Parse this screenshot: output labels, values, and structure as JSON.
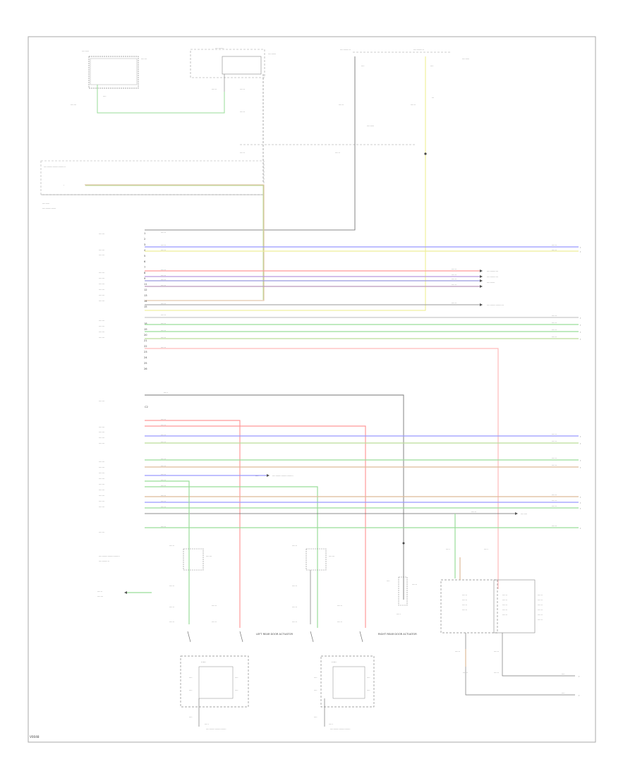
{
  "diagram": {
    "footer_id": "V0048",
    "pin_labels": {
      "p11": "11",
      "p12": "12",
      "p13": "13",
      "p14": "14",
      "p15": "15",
      "p18": "18",
      "p19": "19",
      "p20": "20",
      "p21": "21",
      "p22": "22",
      "p23": "23",
      "p24": "24",
      "p25": "25",
      "p26": "26"
    },
    "components": {
      "left_door_motor": "LEFT REAR DOOR ACTUATOR",
      "right_door_motor": "RIGHT REAR DOOR ACTUATOR"
    }
  }
}
